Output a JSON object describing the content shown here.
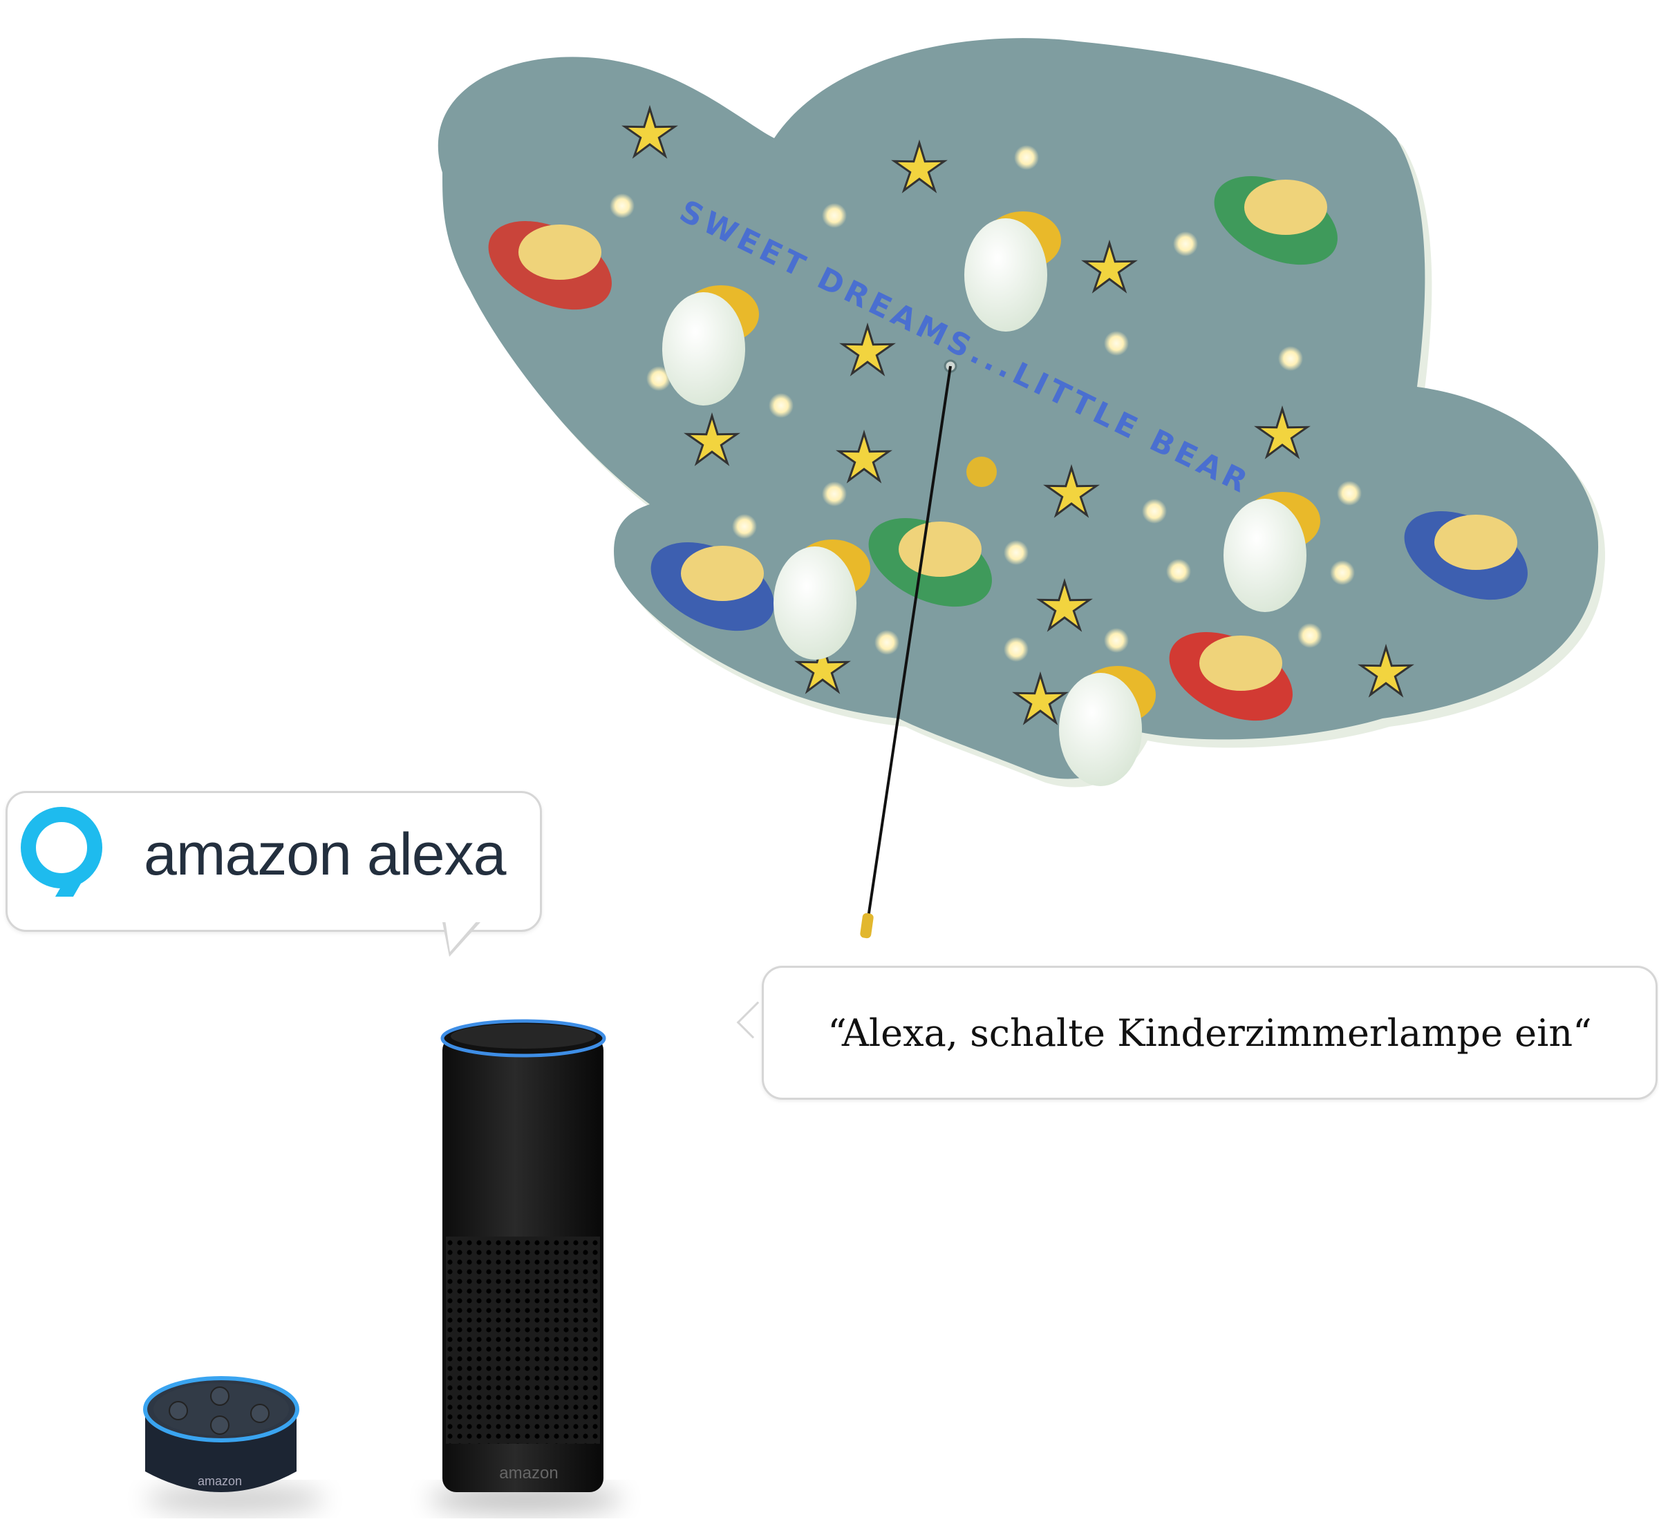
{
  "lamp": {
    "inscription": "SWEET DREAMS...LITTLE BEAR"
  },
  "alexa_badge": {
    "logo_text": "amazon alexa"
  },
  "voice_command": {
    "text": "“Alexa, schalte Kinderzimmerlampe ein“"
  },
  "devices": {
    "echo_brand": "amazon",
    "echo_dot_brand": "amazon"
  },
  "colors": {
    "cloud": "#7f9da0",
    "star": "#f2d43f",
    "alexa_blue": "#1ebbee",
    "inscription": "#4a6fd0"
  }
}
